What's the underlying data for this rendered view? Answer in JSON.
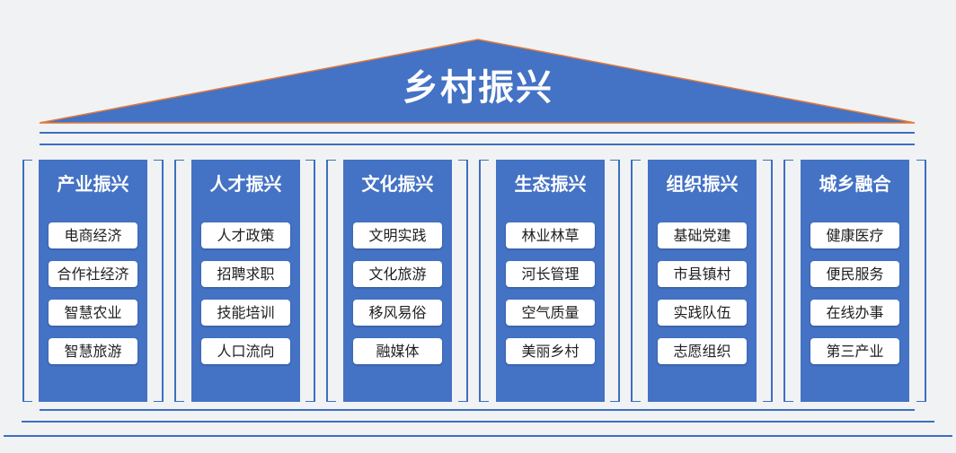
{
  "title": "乡村振兴",
  "colors": {
    "primary": "#4472c4",
    "line": "#3d6fbf",
    "roof_edge": "#e07a3c",
    "background": "#f1f2f4"
  },
  "pillars": [
    {
      "title": "产业振兴",
      "items": [
        "电商经济",
        "合作社经济",
        "智慧农业",
        "智慧旅游"
      ]
    },
    {
      "title": "人才振兴",
      "items": [
        "人才政策",
        "招聘求职",
        "技能培训",
        "人口流向"
      ]
    },
    {
      "title": "文化振兴",
      "items": [
        "文明实践",
        "文化旅游",
        "移风易俗",
        "融媒体"
      ]
    },
    {
      "title": "生态振兴",
      "items": [
        "林业林草",
        "河长管理",
        "空气质量",
        "美丽乡村"
      ]
    },
    {
      "title": "组织振兴",
      "items": [
        "基础党建",
        "市县镇村",
        "实践队伍",
        "志愿组织"
      ]
    },
    {
      "title": "城乡融合",
      "items": [
        "健康医疗",
        "便民服务",
        "在线办事",
        "第三产业"
      ]
    }
  ]
}
